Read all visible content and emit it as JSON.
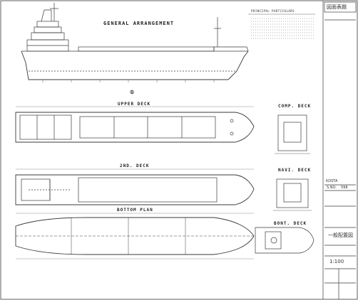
{
  "drawing": {
    "title": "GENERAL ARRANGEMENT",
    "views": {
      "profile_mark": "①",
      "upper_deck": "UPPER DECK",
      "comp_deck": "COMP. DECK",
      "second_deck": "2ND. DECK",
      "navi_deck": "NAVI. DECK",
      "bottom_plan": "BOTTOM PLAN",
      "bont_deck": "BONT. DECK"
    },
    "particulars_heading": "PRINCIPAL PARTICULARS"
  },
  "title_block": {
    "header": "図面表題",
    "company_code": "KDSTA",
    "sno_label": "S.NO.",
    "sno_value": "598",
    "drawing_name": "一般配置図",
    "scale": "1:100"
  },
  "colors": {
    "line": "#3a3a3a",
    "paper": "#ffffff"
  }
}
